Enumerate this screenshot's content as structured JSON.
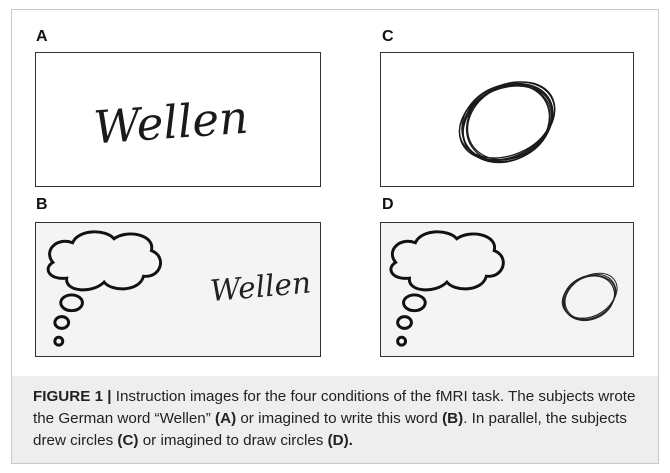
{
  "panels": {
    "a": {
      "letter": "A",
      "word": "Wellen"
    },
    "b": {
      "letter": "B",
      "word": "Wellen"
    },
    "c": {
      "letter": "C"
    },
    "d": {
      "letter": "D"
    }
  },
  "caption": {
    "label": "FIGURE 1 |",
    "t1": " Instruction images for the four conditions of the fMRI task. The subjects wrote the German word “Wellen” ",
    "ref_a": "(A)",
    "t2": " or imagined to write this word ",
    "ref_b": "(B)",
    "t3": ". In parallel, the subjects drew circles ",
    "ref_c": "(C)",
    "t4": " or imagined to draw circles ",
    "ref_d": "(D)."
  }
}
